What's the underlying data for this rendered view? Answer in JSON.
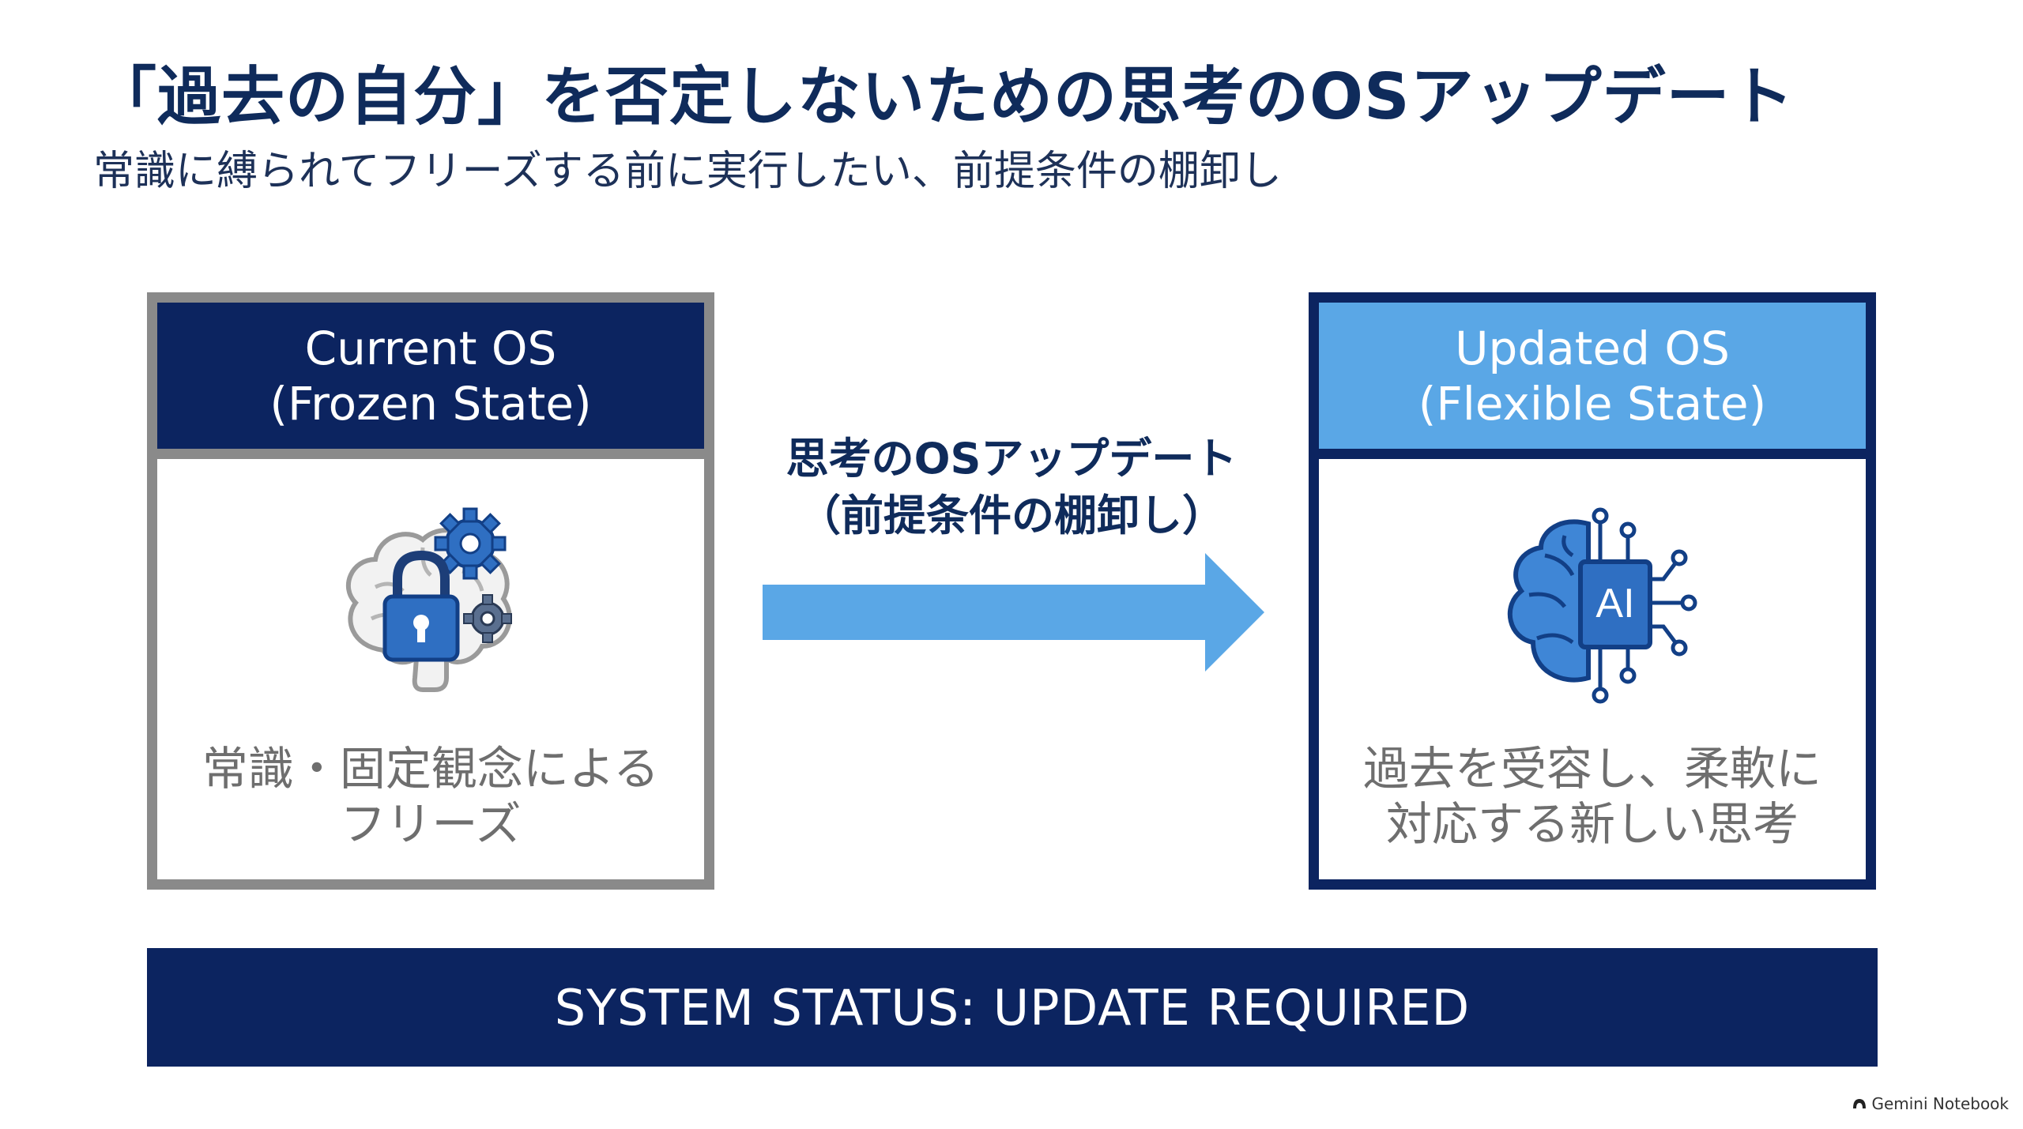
{
  "header": {
    "title": "「過去の自分」を否定しないための思考のOSアップデート",
    "subtitle": "常識に縛られてフリーズする前に実行したい、前提条件の棚卸し"
  },
  "current_os": {
    "title_line1": "Current OS",
    "title_line2": "(Frozen State)",
    "icon": "locked-brain-gears-icon",
    "caption_line1": "常識・固定観念による",
    "caption_line2": "フリーズ"
  },
  "transition": {
    "label_line1": "思考のOSアップデート",
    "label_line2": "（前提条件の棚卸し）",
    "icon": "right-arrow-icon"
  },
  "updated_os": {
    "title_line1": "Updated OS",
    "title_line2": "(Flexible State)",
    "icon": "ai-brain-circuit-icon",
    "icon_text": "AI",
    "caption_line1": "過去を受容し、柔軟に",
    "caption_line2": "対応する新しい思考"
  },
  "status": {
    "text": "SYSTEM STATUS: UPDATE REQUIRED"
  },
  "branding": {
    "label": "Gemini Notebook"
  },
  "colors": {
    "navy": "#0c2460",
    "light_blue": "#5aa7e6",
    "gray_border": "#8a8a8a",
    "caption_gray": "#6e6e6e"
  }
}
